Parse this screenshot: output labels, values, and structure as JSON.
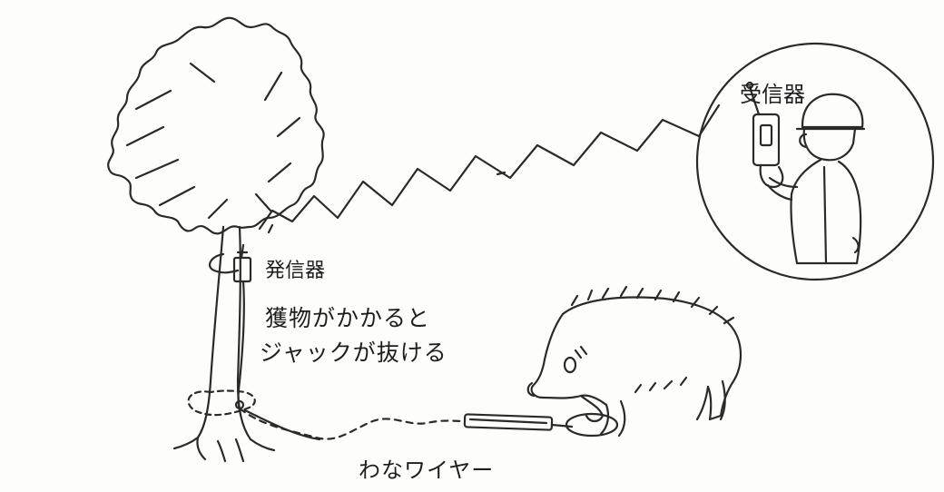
{
  "labels": {
    "receiver": "受信器",
    "transmitter": "発信器",
    "note_line1": "獲物がかかると",
    "note_line2": "ジャックが抜ける",
    "wire": "わなワイヤー"
  },
  "colors": {
    "ink": "#2a2a2a",
    "paper": "#fdfdfc"
  }
}
